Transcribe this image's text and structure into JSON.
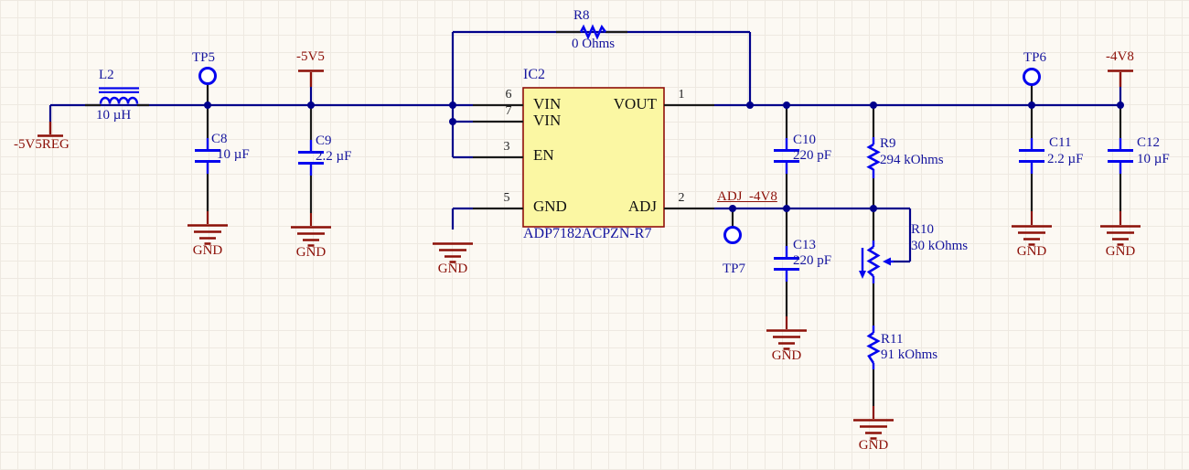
{
  "schematic": {
    "ic": {
      "designator": "IC2",
      "part_number": "ADP7182ACPZN-R7",
      "pins": {
        "p1": {
          "number": "1",
          "name": "VOUT"
        },
        "p2": {
          "number": "2",
          "name": "ADJ"
        },
        "p3": {
          "number": "3",
          "name": "EN"
        },
        "p5": {
          "number": "5",
          "name": "GND"
        },
        "p6": {
          "number": "6",
          "name": "VIN"
        },
        "p7": {
          "number": "7",
          "name": "VIN"
        }
      }
    },
    "components": {
      "L2": {
        "designator": "L2",
        "value": "10 µH"
      },
      "R8": {
        "designator": "R8",
        "value": "0 Ohms"
      },
      "C8": {
        "designator": "C8",
        "value": "10 µF"
      },
      "C9": {
        "designator": "C9",
        "value": "2.2 µF"
      },
      "C10": {
        "designator": "C10",
        "value": "220 pF"
      },
      "C11": {
        "designator": "C11",
        "value": "2.2 µF"
      },
      "C12": {
        "designator": "C12",
        "value": "10 µF"
      },
      "C13": {
        "designator": "C13",
        "value": "220 pF"
      },
      "R9": {
        "designator": "R9",
        "value": "294 kOhms"
      },
      "R10": {
        "designator": "R10",
        "value": "30 kOhms"
      },
      "R11": {
        "designator": "R11",
        "value": "91 kOhms"
      }
    },
    "test_points": {
      "TP5": "TP5",
      "TP6": "TP6",
      "TP7": "TP7"
    },
    "power_ports": {
      "reg": "-5V5REG",
      "n5v5": "-5V5",
      "n4v8": "-4V8"
    },
    "net_labels": {
      "adj": "ADJ  -4V8"
    },
    "gnd": "GND",
    "colors": {
      "wire": "#00008B",
      "symbol_blue": "#0505EE",
      "label_navy": "#15159E",
      "power_red": "#8C1008",
      "ic_fill": "#FBF7A3",
      "background": "#FCF9F3"
    }
  }
}
